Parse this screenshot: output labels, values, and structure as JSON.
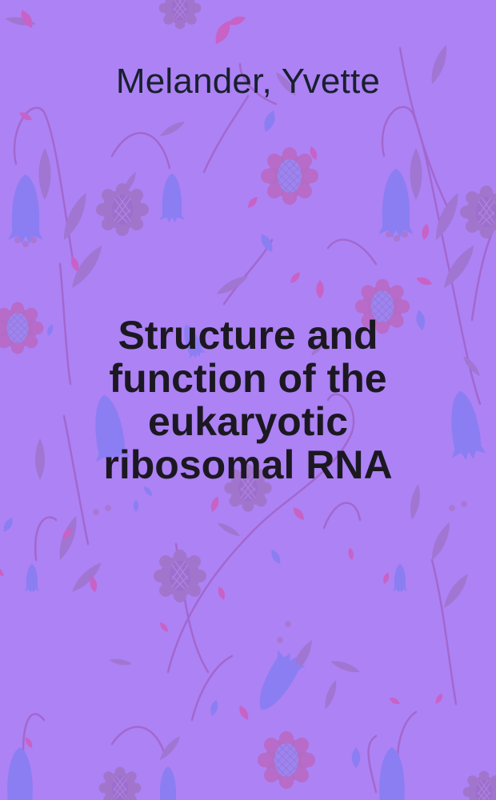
{
  "cover": {
    "author": "Melander, Yvette",
    "title_lines": [
      "Structure and",
      "function of the",
      "eukaryotic",
      "ribosomal RNA"
    ],
    "colors": {
      "background": "#ad82f5",
      "text": "#1c1822",
      "leaf": "#9f73cf",
      "bell": "#8b7ef2",
      "pink": "#c862c6"
    },
    "pattern_motifs": [
      "bellflower-icon",
      "leaf-icon",
      "sunflower-icon",
      "petal-drop-icon",
      "vine-stem-icon"
    ]
  }
}
